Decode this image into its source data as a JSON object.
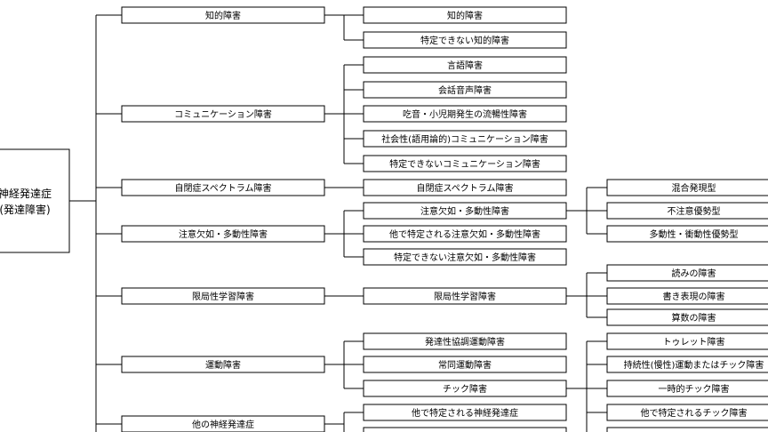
{
  "root": [
    "神経発達症",
    "(発達障害)"
  ],
  "level1": [
    "知的障害",
    "コミュニケーション障害",
    "自閉症スペクトラム障害",
    "注意欠如・多動性障害",
    "限局性学習障害",
    "運動障害",
    "他の神経発達症"
  ],
  "level2": [
    "知的障害",
    "特定できない知的障害",
    "言語障害",
    "会話音声障害",
    "吃音・小児期発生の流暢性障害",
    "社会性(語用論的)コミュニケーション障害",
    "特定できないコミュニケーション障害",
    "自閉症スペクトラム障害",
    "注意欠如・多動性障害",
    "他で特定される注意欠如・多動性障害",
    "特定できない注意欠如・多動性障害",
    "限局性学習障害",
    "発達性協調運動障害",
    "常同運動障害",
    "チック障害",
    "他で特定される神経発達症"
  ],
  "level3": [
    "混合発現型",
    "不注意優勢型",
    "多動性・衝動性優勢型",
    "読みの障害",
    "書き表現の障害",
    "算数の障害",
    "トゥレット障害",
    "持続性(慢性)運動またはチック障害",
    "一時的チック障害",
    "他で特定されるチック障害"
  ]
}
